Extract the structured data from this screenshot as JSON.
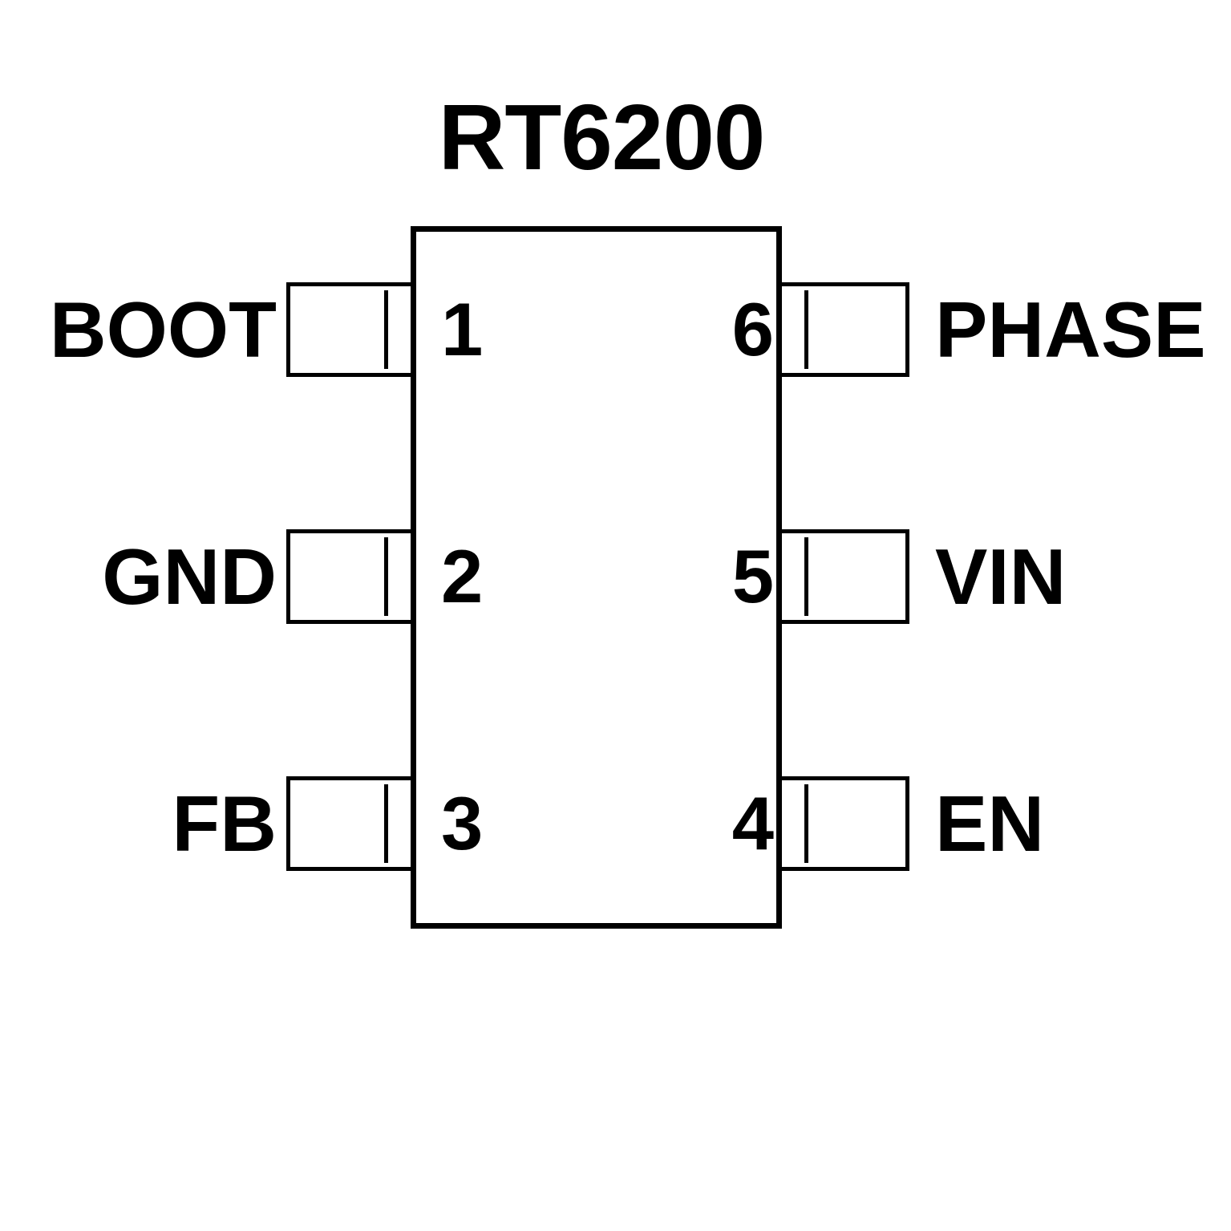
{
  "diagram": {
    "title": "RT6200",
    "package_body": {
      "shape": "rectangle"
    },
    "pins_left": [
      {
        "number": "1",
        "label": "BOOT"
      },
      {
        "number": "2",
        "label": "GND"
      },
      {
        "number": "3",
        "label": "FB"
      }
    ],
    "pins_right": [
      {
        "number": "6",
        "label": "PHASE"
      },
      {
        "number": "5",
        "label": "VIN"
      },
      {
        "number": "4",
        "label": "EN"
      }
    ],
    "colors": {
      "outline": "#000000",
      "background": "#ffffff",
      "text": "#000000"
    }
  }
}
